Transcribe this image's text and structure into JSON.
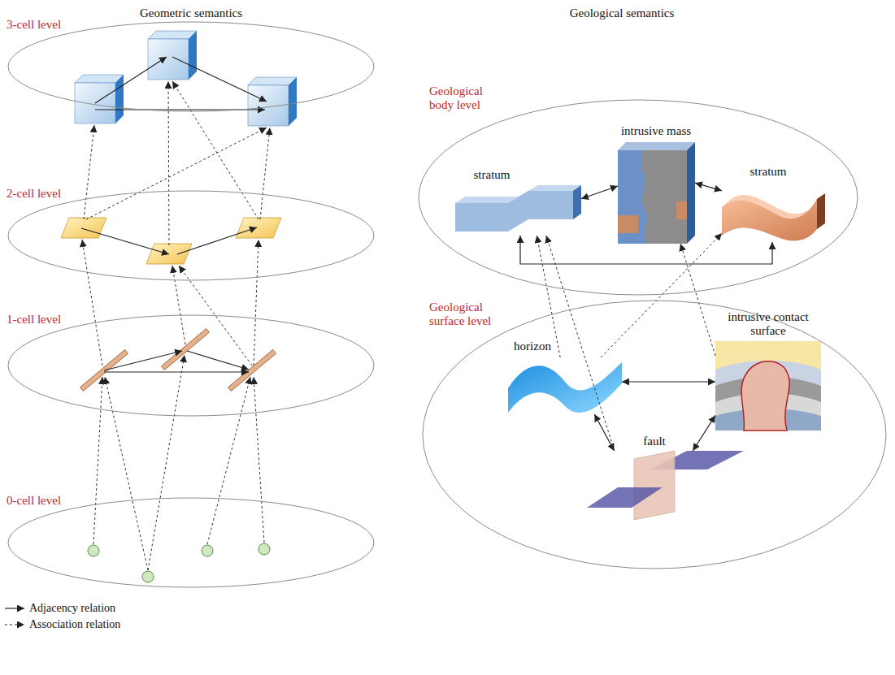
{
  "diagram": {
    "nodes": [
      {
        "text": [
          "3-cell level"
        ]
      },
      {
        "text": [
          "2-cell level"
        ]
      },
      {
        "text": [
          "1-cell level"
        ]
      },
      {
        "text": [
          "0-cell level"
        ]
      },
      {
        "text": [
          "Geological body level"
        ]
      },
      {
        "text": [
          "intrusive mass"
        ],
        "in": 4
      },
      {
        "text": [
          "stratum"
        ],
        "in": 4
      },
      {
        "text": [
          "stratum"
        ],
        "in": 4
      },
      {
        "text": [
          "Geological surface level"
        ]
      },
      {
        "text": [
          "horizon"
        ],
        "in": 8
      },
      {
        "text": [
          "intrusive contact surface"
        ],
        "in": 8
      },
      {
        "text": [
          "fault"
        ],
        "in": 8
      }
    ],
    "edges": [
      {
        "from": 6,
        "to": 5,
        "arrow": "both"
      },
      {
        "from": 5,
        "to": 7,
        "arrow": "both"
      },
      {
        "from": 6,
        "to": 7,
        "arrow": "both"
      },
      {
        "from": 9,
        "to": 10,
        "arrow": "both"
      },
      {
        "from": 9,
        "to": 11,
        "arrow": "both"
      },
      {
        "from": 11,
        "to": 10,
        "arrow": "both"
      },
      {
        "from": 9,
        "to": 6,
        "arrow": "to"
      },
      {
        "from": 11,
        "to": 6,
        "arrow": "to"
      },
      {
        "from": 9,
        "to": 7,
        "arrow": "to"
      },
      {
        "from": 10,
        "to": 5,
        "arrow": "to"
      }
    ],
    "labels": [
      "Geometric semantics",
      "Geological semantics"
    ],
    "legend": [
      {
        "text": "Adjacency relation"
      },
      {
        "text": "Association relation"
      }
    ]
  }
}
